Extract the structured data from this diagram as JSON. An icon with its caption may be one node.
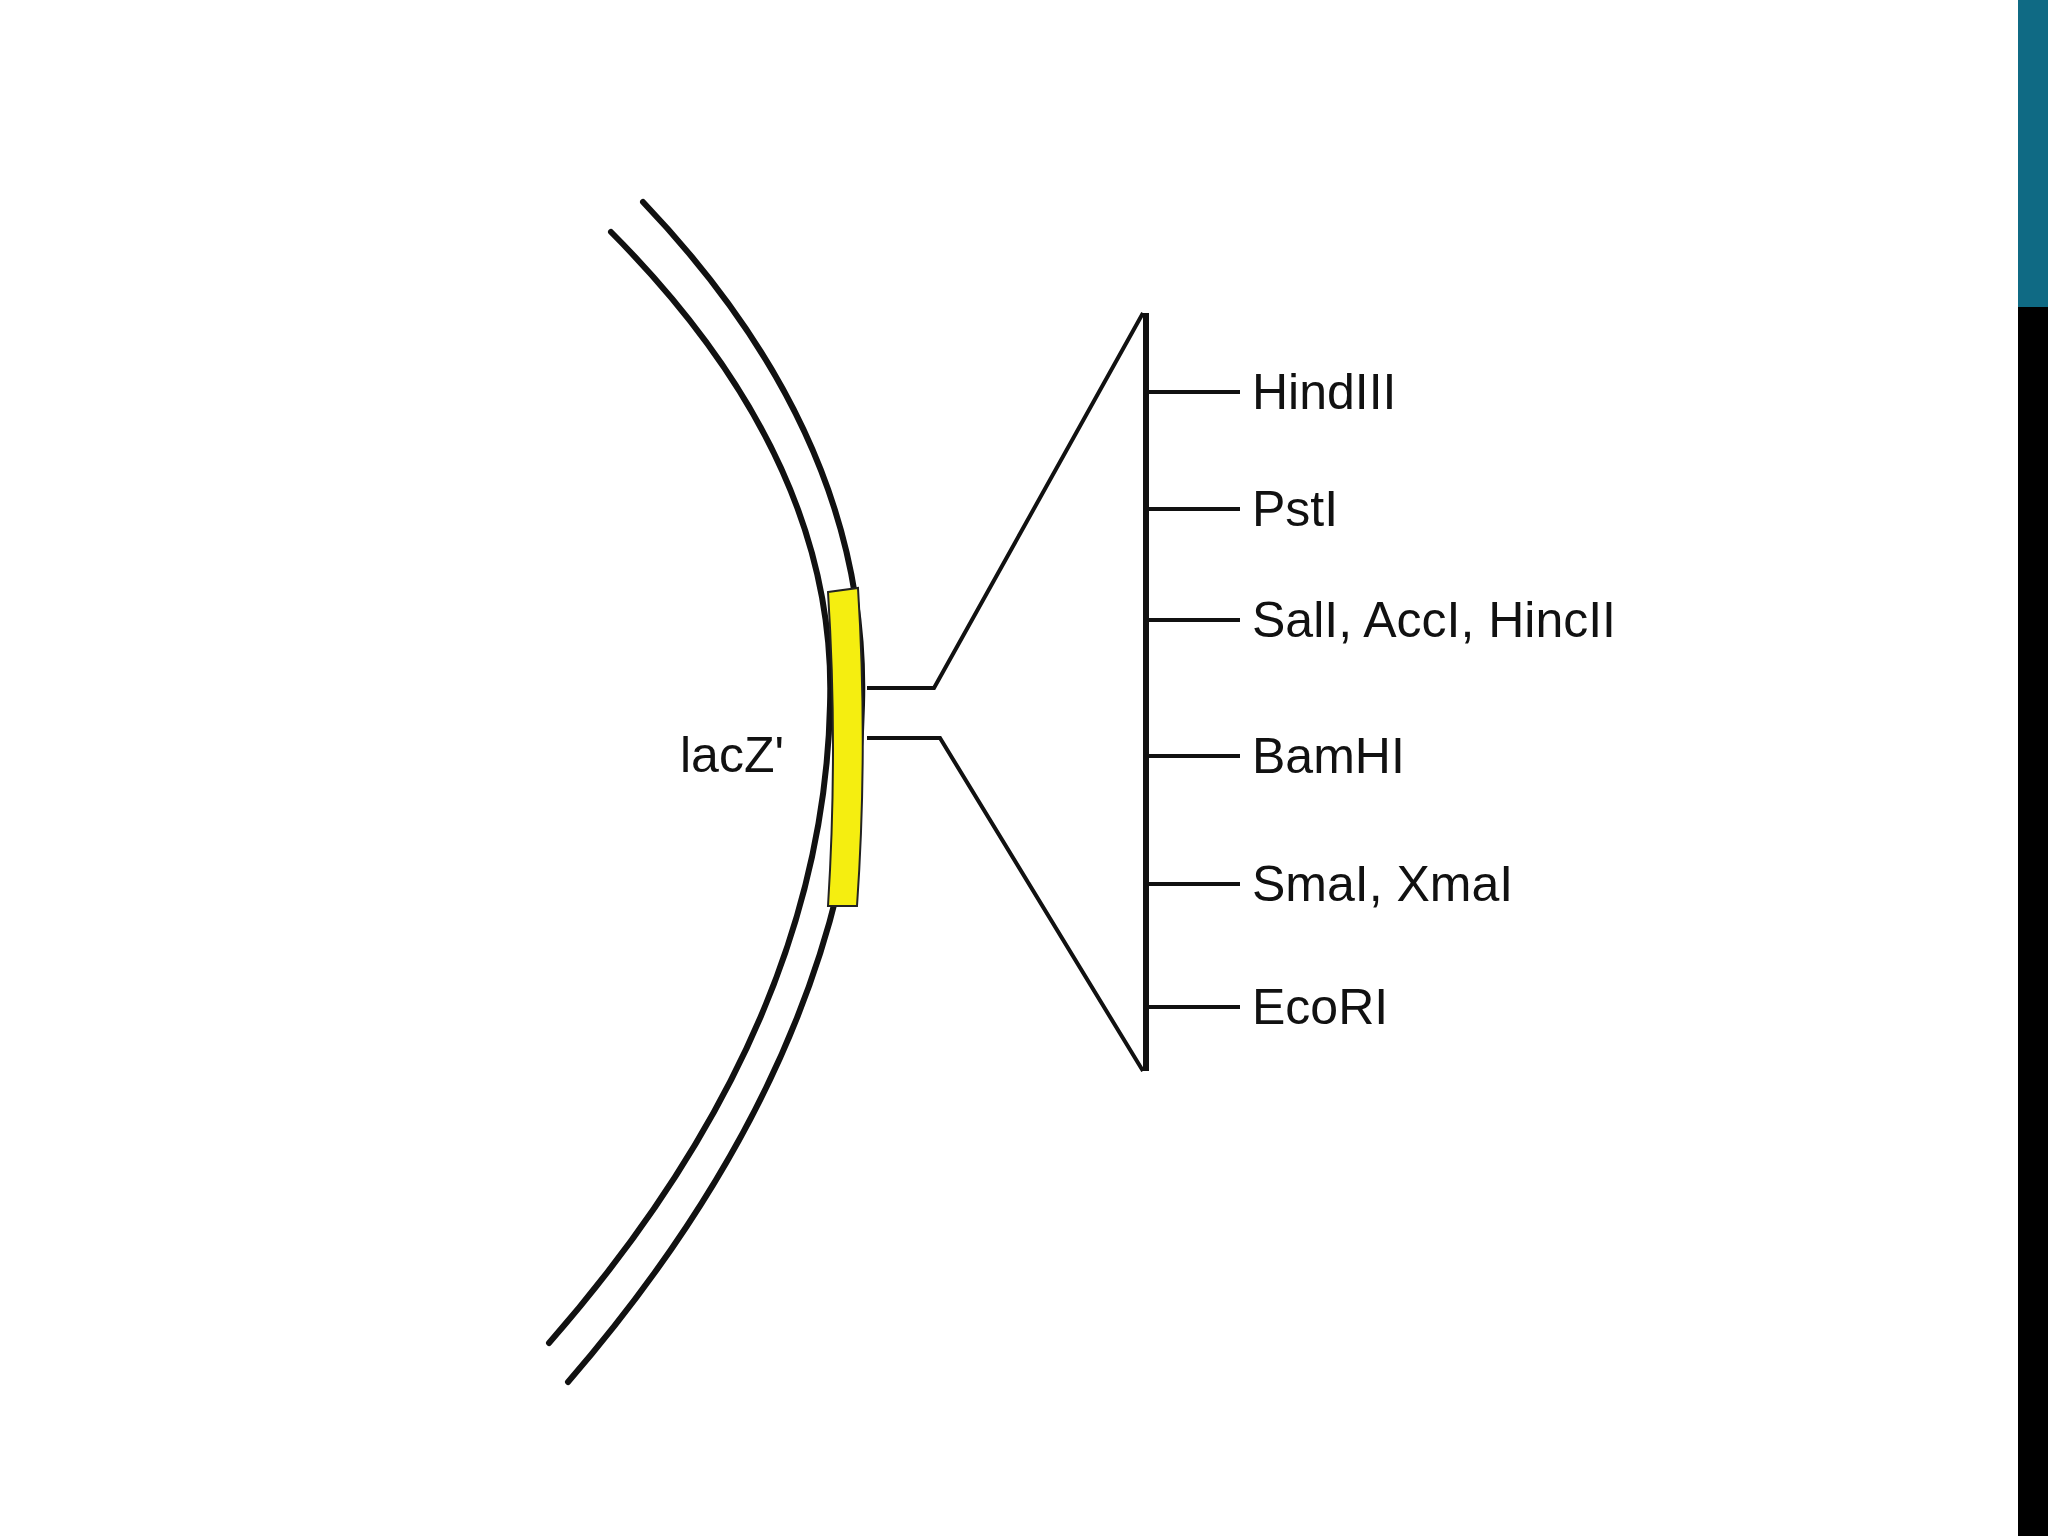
{
  "diagram": {
    "nodes": [
      {
        "text": [],
        "shape": "bar",
        "beside": [
          "lacZ'"
        ]
      },
      {
        "text": [],
        "shape": "bar"
      },
      {
        "text": [
          "HindIII"
        ]
      },
      {
        "text": [
          "PstI"
        ]
      },
      {
        "text": [
          "SalI, AccI, HincII"
        ]
      },
      {
        "text": [
          "BamHI"
        ]
      },
      {
        "text": [
          "SmaI, XmaI"
        ]
      },
      {
        "text": [
          "EcoRI"
        ]
      }
    ],
    "edges": [
      {
        "from": 0,
        "to": 1,
        "arrow": "none"
      },
      {
        "from": 0,
        "to": 1,
        "arrow": "none"
      },
      {
        "from": 1,
        "to": 2,
        "arrow": "none"
      },
      {
        "from": 1,
        "to": 3,
        "arrow": "none"
      },
      {
        "from": 1,
        "to": 4,
        "arrow": "none"
      },
      {
        "from": 1,
        "to": 5,
        "arrow": "none"
      },
      {
        "from": 1,
        "to": 6,
        "arrow": "none"
      },
      {
        "from": 1,
        "to": 7,
        "arrow": "none"
      }
    ]
  }
}
